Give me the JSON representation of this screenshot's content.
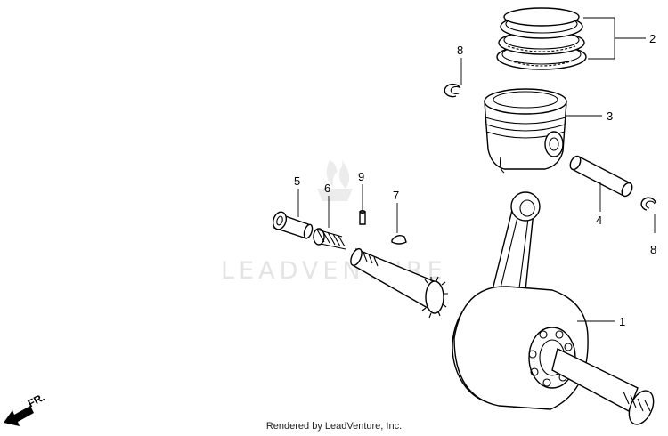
{
  "watermark": "LEADVENTURE",
  "credit": "Rendered by LeadVenture, Inc.",
  "front_marker": "FR.",
  "callouts": [
    {
      "id": "1",
      "label": "1"
    },
    {
      "id": "2",
      "label": "2"
    },
    {
      "id": "3",
      "label": "3"
    },
    {
      "id": "4",
      "label": "4"
    },
    {
      "id": "5",
      "label": "5"
    },
    {
      "id": "6",
      "label": "6"
    },
    {
      "id": "7",
      "label": "7"
    },
    {
      "id": "8a",
      "label": "8"
    },
    {
      "id": "8b",
      "label": "8"
    },
    {
      "id": "9",
      "label": "9"
    }
  ]
}
